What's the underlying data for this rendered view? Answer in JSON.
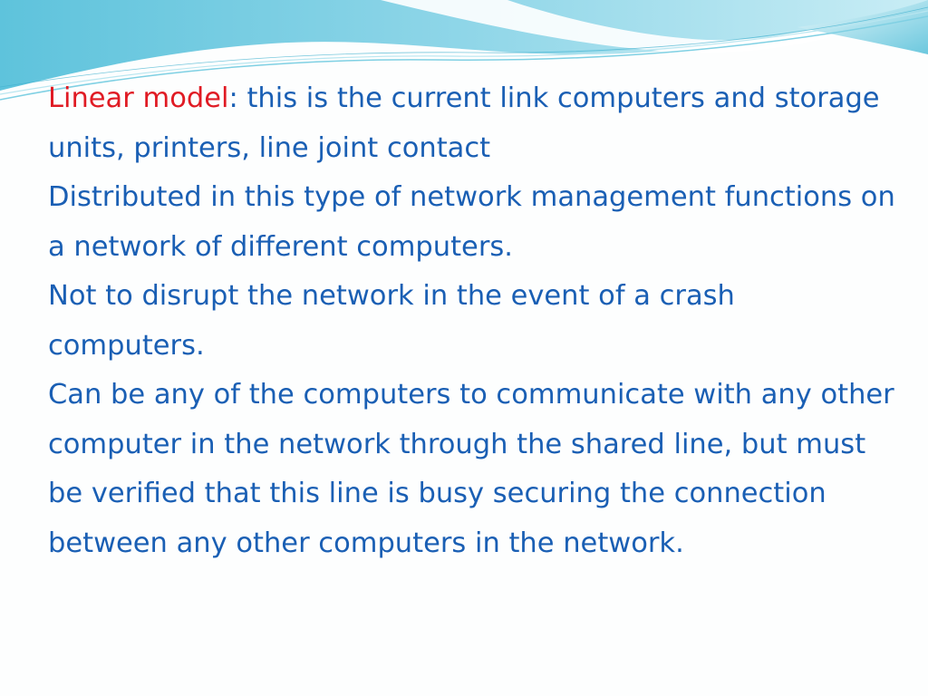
{
  "colors": {
    "body_text": "#1a5fb4",
    "accent": "#e01b24",
    "wave_light": "#b9e6f0",
    "wave_mid": "#7fd0e3",
    "wave_dark": "#3fb0cf"
  },
  "slide": {
    "intro": {
      "term": "Linear model",
      "rest": ": this is the current link computers and storage units, printers, line joint contact"
    },
    "paragraphs": [
      "Distributed in this type of network management functions on a network of different computers.",
      "Not to disrupt the network in the event of a crash computers.",
      "Can be any of the computers to communicate with any other computer in the network through the shared line, but must be verified that this line is busy securing the connection between any other computers in the network."
    ]
  }
}
